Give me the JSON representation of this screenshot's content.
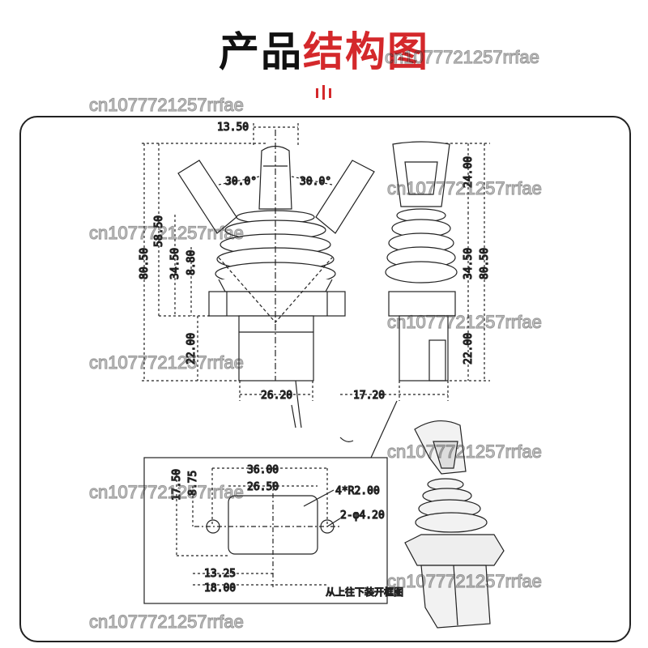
{
  "header": {
    "title_black": "产品",
    "title_red": "结构图",
    "accent_color": "#d4282b"
  },
  "drawing": {
    "front_view": {
      "top_width": "13.50",
      "angle_left": "30.0°",
      "angle_right": "30.0°",
      "total_height": "80.50",
      "height_a": "58.50",
      "height_b": "34.50",
      "height_c": "8.80",
      "base_height": "22.00",
      "base_width": "26.20"
    },
    "side_view": {
      "handle_height": "24.00",
      "height_b": "34.50",
      "total_height": "80.50",
      "base_height": "22.00",
      "base_width": "17.20"
    },
    "cutout": {
      "width_outer": "36.00",
      "width_inner": "26.50",
      "height_outer": "17.50",
      "height_inner": "8.75",
      "radius": "4*R2.00",
      "holes": "2-φ4.20",
      "offset_a": "13.25",
      "offset_b": "18.00",
      "note": "从上往下装开框图"
    }
  },
  "watermark": "cn1077721257rrfae"
}
